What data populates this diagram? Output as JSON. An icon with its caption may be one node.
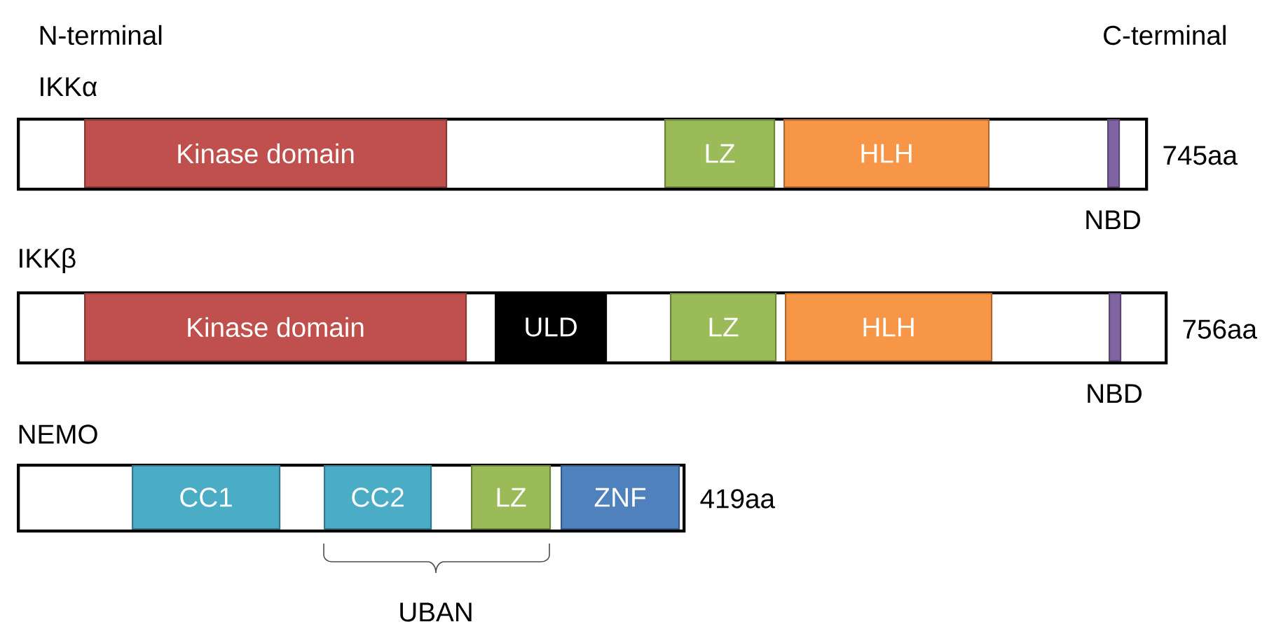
{
  "diagram": {
    "nodes": [
      {
        "text": [
          "IKKα"
        ],
        "beside": [
          "745aa"
        ]
      },
      {
        "text": [
          "Kinase domain"
        ],
        "in": 0
      },
      {
        "text": [
          "LZ"
        ],
        "in": 0
      },
      {
        "text": [
          "HLH"
        ],
        "in": 0
      },
      {
        "text": [
          "NBD"
        ],
        "in": 0
      },
      {
        "text": [
          "IKKβ"
        ],
        "beside": [
          "756aa"
        ]
      },
      {
        "text": [
          "Kinase domain"
        ],
        "in": 5
      },
      {
        "text": [
          "ULD"
        ],
        "in": 5
      },
      {
        "text": [
          "LZ"
        ],
        "in": 5
      },
      {
        "text": [
          "HLH"
        ],
        "in": 5
      },
      {
        "text": [
          "NBD"
        ],
        "in": 5
      },
      {
        "text": [
          "NEMO"
        ],
        "beside": [
          "419aa"
        ]
      },
      {
        "text": [
          "CC1"
        ],
        "in": 11
      },
      {
        "text": [
          "CC2"
        ],
        "in": 11
      },
      {
        "text": [
          "LZ"
        ],
        "in": 11
      },
      {
        "text": [
          "ZNF"
        ],
        "in": 11
      }
    ],
    "labels": [
      "N-terminal",
      "C-terminal",
      "UBAN"
    ]
  }
}
